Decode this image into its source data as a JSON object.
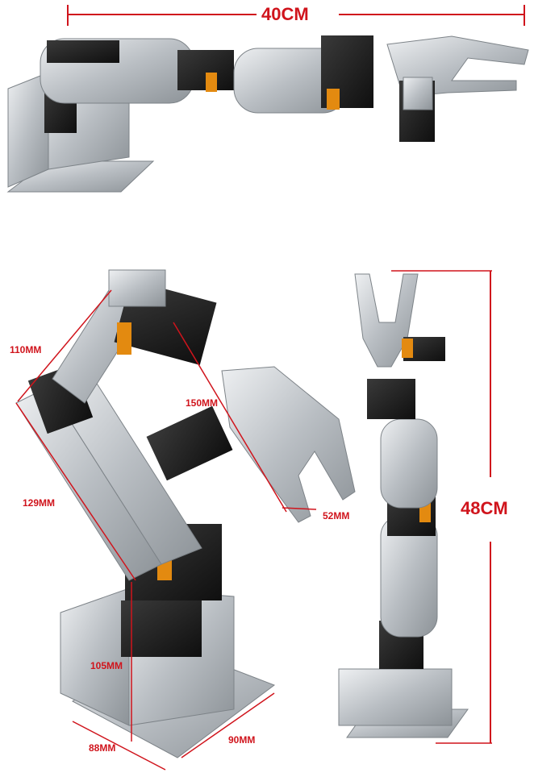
{
  "dimensions": {
    "width_top": "40CM",
    "height_side": "48CM",
    "upper_arm": "110MM",
    "gripper_reach": "150MM",
    "forearm": "129MM",
    "gripper_open": "52MM",
    "base_height": "105MM",
    "base_depth": "88MM",
    "base_width": "90MM"
  },
  "colors": {
    "dimension": "#d0141c",
    "metal": "#c4c8cc",
    "servo": "#1c1c1c",
    "sticker": "#e38a10"
  },
  "icons": [
    "robot-arm-horizontal",
    "robot-arm-angled",
    "robot-arm-vertical",
    "servo-motor",
    "claw-gripper"
  ]
}
